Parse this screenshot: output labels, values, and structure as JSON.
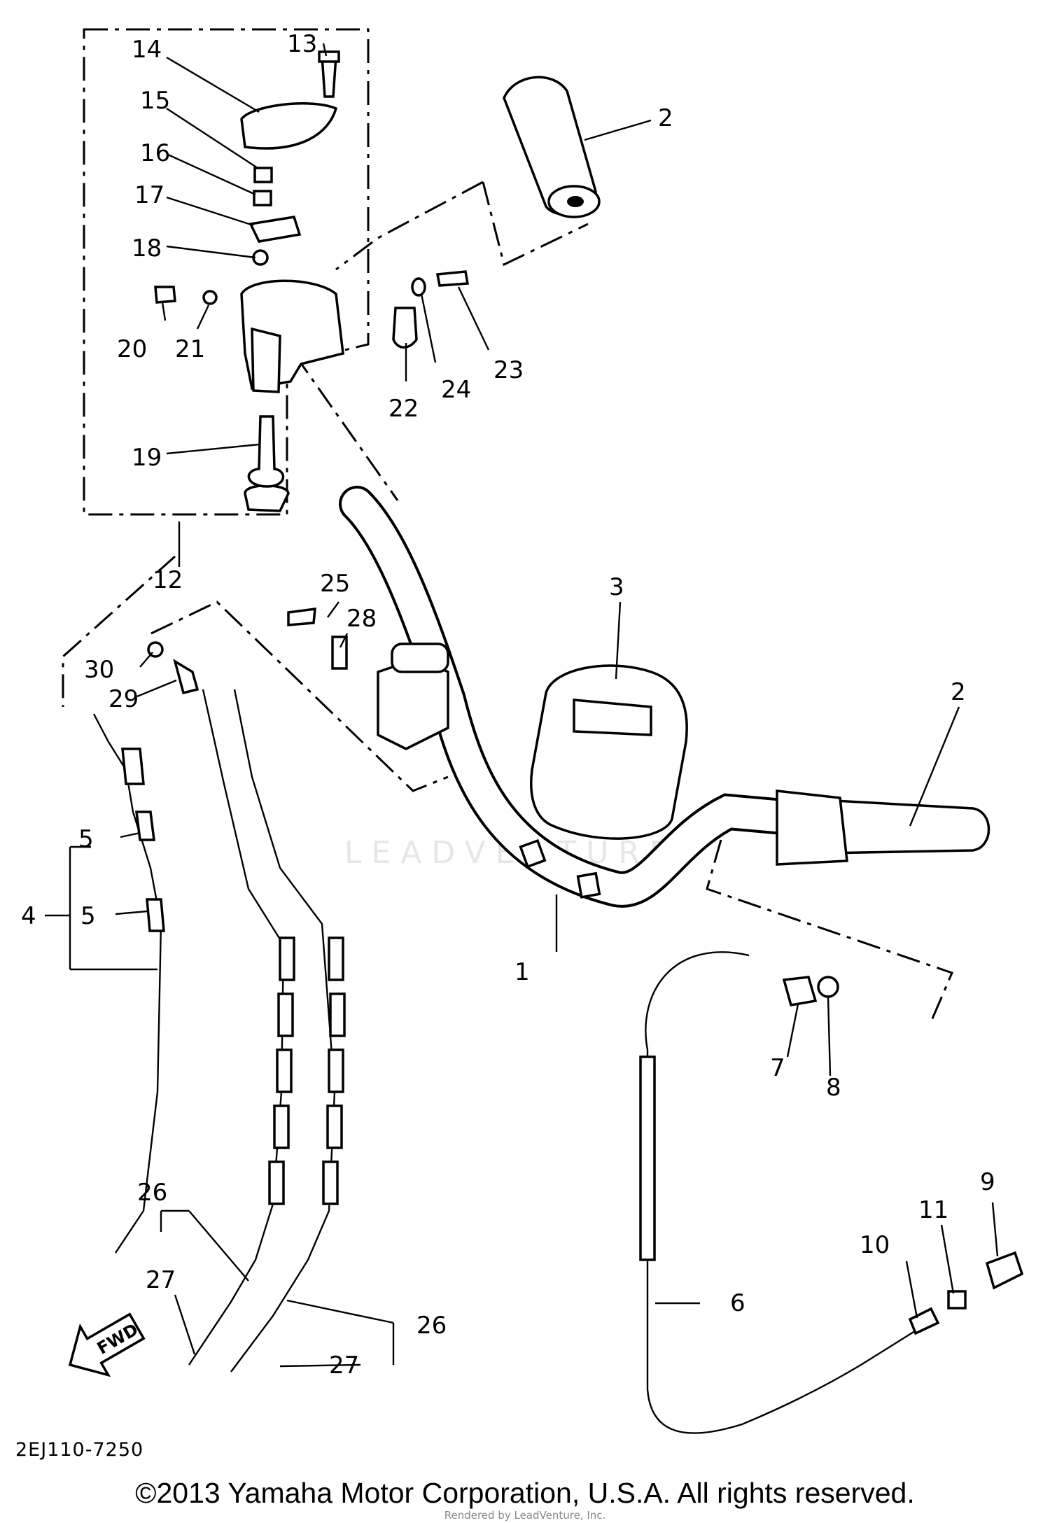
{
  "diagram": {
    "drawing_code": "2EJ110-7250",
    "watermark": "LEADVENTURE",
    "fwd_label": "FWD",
    "callouts": [
      "1",
      "2",
      "3",
      "4",
      "5",
      "6",
      "7",
      "8",
      "9",
      "10",
      "11",
      "12",
      "13",
      "14",
      "15",
      "16",
      "17",
      "18",
      "19",
      "20",
      "21",
      "22",
      "23",
      "24",
      "25",
      "26",
      "27",
      "28",
      "29",
      "30"
    ]
  },
  "footer": {
    "copyright": "©2013 Yamaha Motor Corporation, U.S.A. All rights reserved.",
    "rendered_by": "Rendered by LeadVenture, Inc."
  }
}
